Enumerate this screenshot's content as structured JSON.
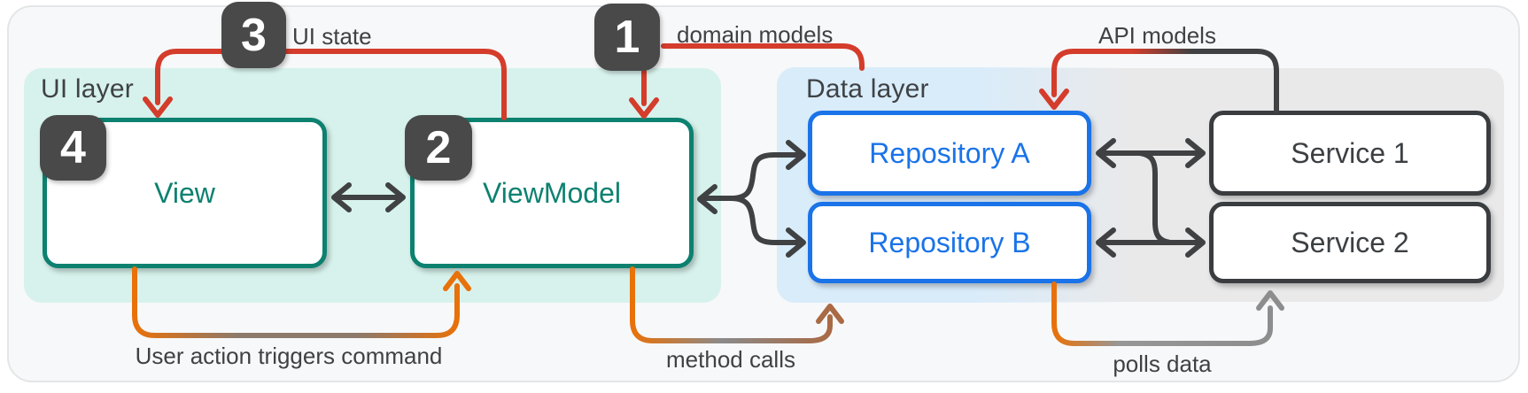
{
  "layers": {
    "ui": "UI layer",
    "data": "Data layer"
  },
  "boxes": {
    "view": "View",
    "viewmodel": "ViewModel",
    "repo_a": "Repository A",
    "repo_b": "Repository B",
    "service_1": "Service 1",
    "service_2": "Service 2"
  },
  "badges": {
    "b1": "1",
    "b2": "2",
    "b3": "3",
    "b4": "4"
  },
  "annotations": {
    "ui_state": "UI state",
    "domain_models": "domain models",
    "api_models": "API models",
    "user_action": "User action triggers command",
    "method_calls": "method calls",
    "polls_data": "polls data"
  },
  "colors": {
    "teal": "#0d8170",
    "blue": "#1a73e8",
    "red": "#d43c2b",
    "orange": "#e8710a",
    "dark": "#3f4143",
    "badge_bg": "#494949",
    "mint_bg": "#d7f2ec",
    "blue_bg": "#d9ecfa",
    "gray_bg": "#e9e9ea",
    "canvas_bg": "#f7f8f9",
    "text": "#3f4245"
  }
}
